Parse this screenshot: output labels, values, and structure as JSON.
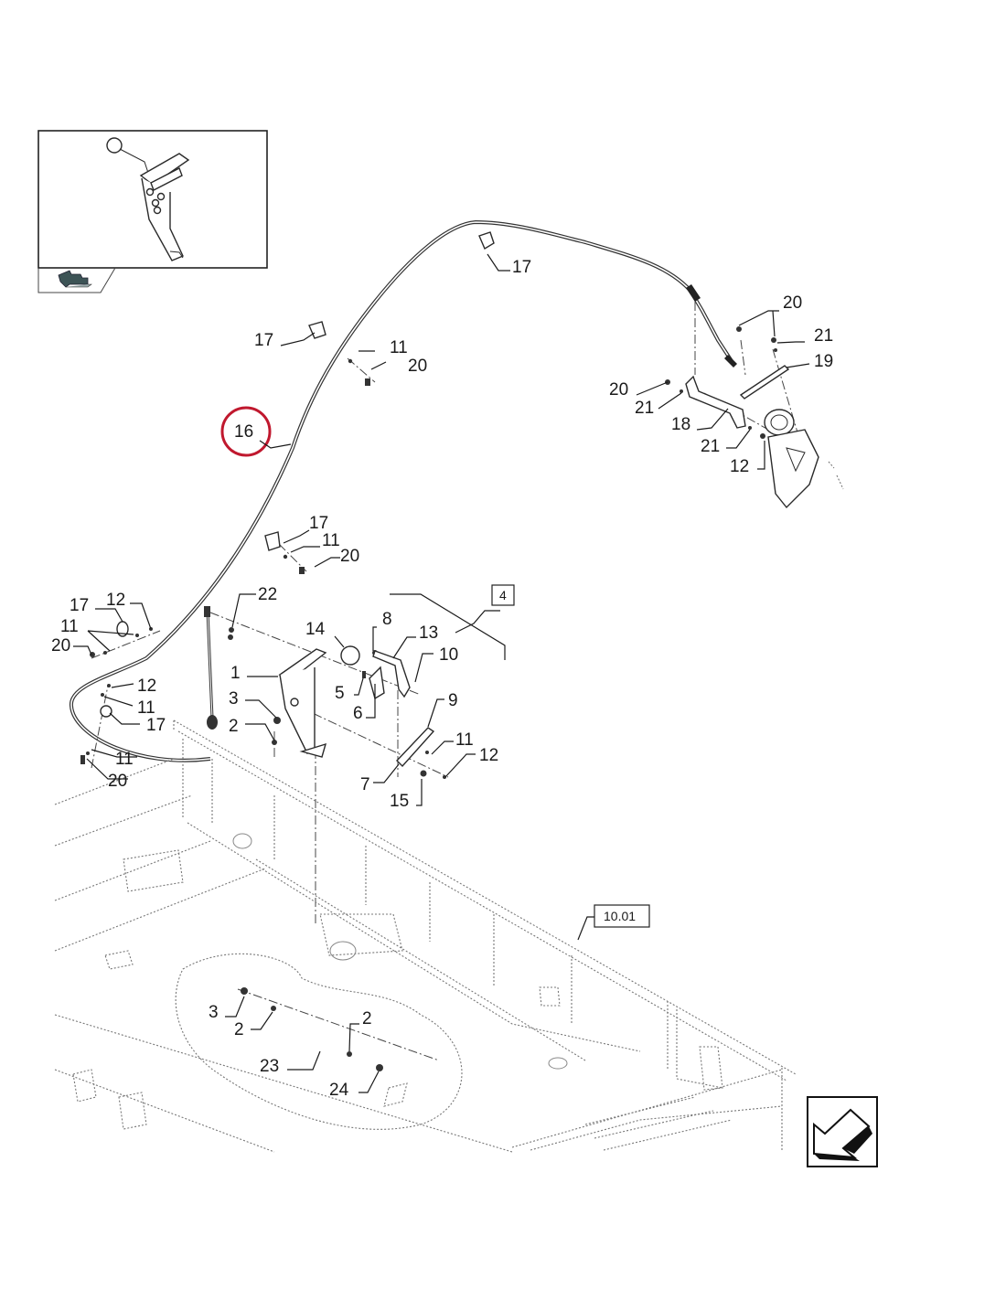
{
  "diagram": {
    "highlight_color": "#c0182e",
    "highlighted_part": "16",
    "inset": {
      "icon": "return-to-overview-icon"
    },
    "nav_icon": "next-page-arrow-icon",
    "reference_boxes": [
      {
        "id": "ref-4",
        "label": "4"
      },
      {
        "id": "ref-10-01",
        "label": "10.01"
      }
    ],
    "callouts": {
      "c1": "1",
      "c2a": "2",
      "c2b": "2",
      "c2c": "2",
      "c3a": "3",
      "c3b": "3",
      "c5": "5",
      "c6": "6",
      "c7": "7",
      "c8": "8",
      "c9": "9",
      "c10": "10",
      "c11a": "11",
      "c11b": "11",
      "c11c": "11",
      "c11d": "11",
      "c11e": "11",
      "c11f": "11",
      "c12a": "12",
      "c12b": "12",
      "c12c": "12",
      "c12d": "12",
      "c13": "13",
      "c14": "14",
      "c15": "15",
      "c16": "16",
      "c17a": "17",
      "c17b": "17",
      "c17c": "17",
      "c17d": "17",
      "c17e": "17",
      "c18": "18",
      "c19": "19",
      "c20a": "20",
      "c20b": "20",
      "c20c": "20",
      "c20d": "20",
      "c20e": "20",
      "c20f": "20",
      "c21a": "21",
      "c21b": "21",
      "c21c": "21",
      "c22": "22",
      "c23": "23",
      "c24": "24"
    }
  }
}
